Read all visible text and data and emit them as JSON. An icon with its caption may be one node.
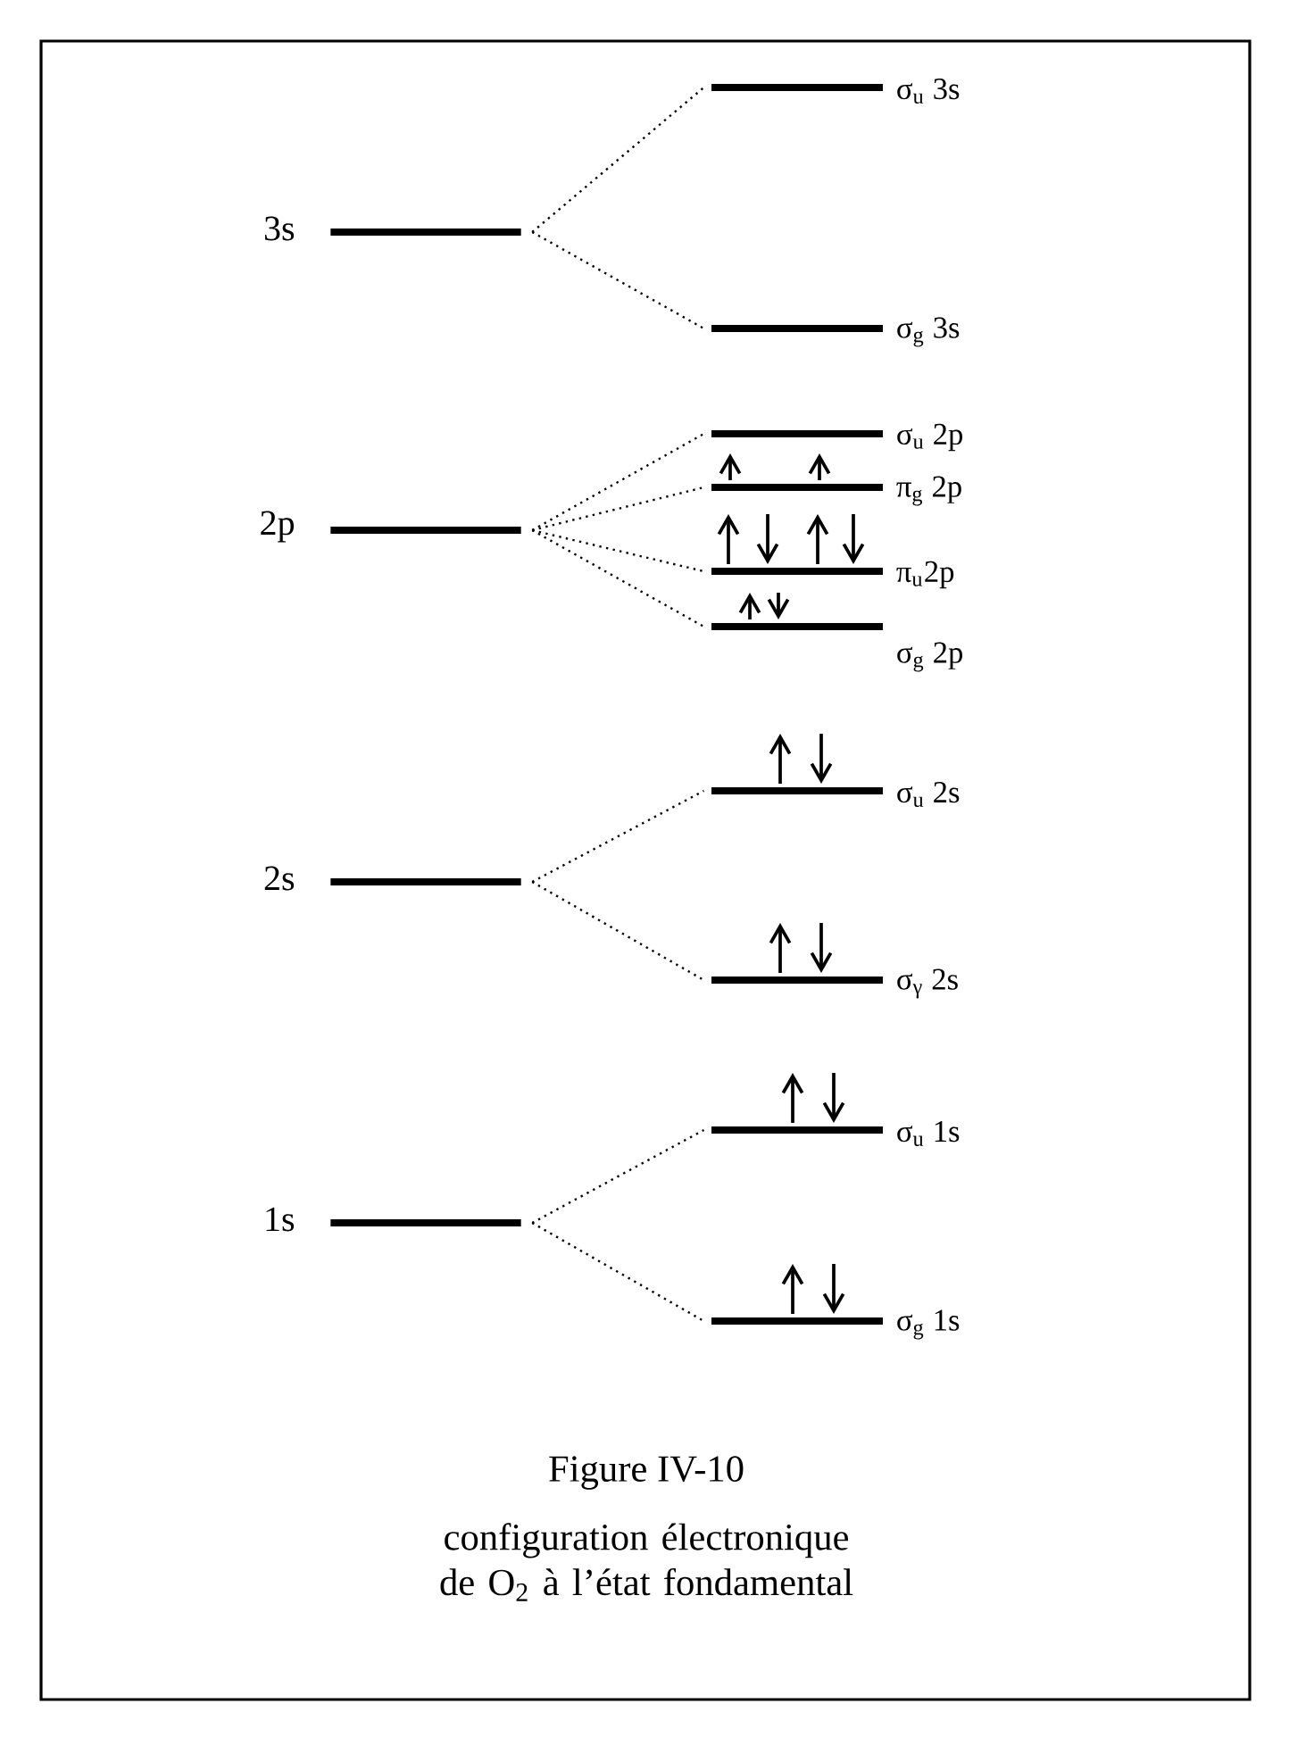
{
  "diagram": {
    "title": "Figure IV-10",
    "caption": "configuration électronique de O$_{2}$ à l’état fondamental",
    "nodes": [
      {
        "text": [
          "3s"
        ]
      },
      {
        "text": [
          "σ$_{u}$ 3s"
        ]
      },
      {
        "text": [
          "σ$_{g}$ 3s"
        ]
      },
      {
        "text": [
          "2p"
        ]
      },
      {
        "text": [
          "σ$_{u}$ 2p"
        ]
      },
      {
        "text": [
          "π$_{g}$ 2p"
        ]
      },
      {
        "text": [
          "π$_{u}$2p"
        ]
      },
      {
        "text": [
          "σ$_{g}$ 2p"
        ]
      },
      {
        "text": [
          "2s"
        ]
      },
      {
        "text": [
          "σ$_{u}$ 2s"
        ]
      },
      {
        "text": [
          "σ$_{γ}$ 2s"
        ]
      },
      {
        "text": [
          "1s"
        ]
      },
      {
        "text": [
          "σ$_{u}$ 1s"
        ]
      },
      {
        "text": [
          "σ$_{g}$ 1s"
        ]
      }
    ],
    "edges": [
      {
        "from": 0,
        "to": 1,
        "arrow": "none"
      },
      {
        "from": 0,
        "to": 2,
        "arrow": "none"
      },
      {
        "from": 3,
        "to": 4,
        "arrow": "none"
      },
      {
        "from": 3,
        "to": 5,
        "arrow": "none"
      },
      {
        "from": 3,
        "to": 6,
        "arrow": "none"
      },
      {
        "from": 3,
        "to": 7,
        "arrow": "none"
      },
      {
        "from": 8,
        "to": 9,
        "arrow": "none"
      },
      {
        "from": 8,
        "to": 10,
        "arrow": "none"
      },
      {
        "from": 11,
        "to": 12,
        "arrow": "none"
      },
      {
        "from": 11,
        "to": 13,
        "arrow": "none"
      }
    ]
  }
}
